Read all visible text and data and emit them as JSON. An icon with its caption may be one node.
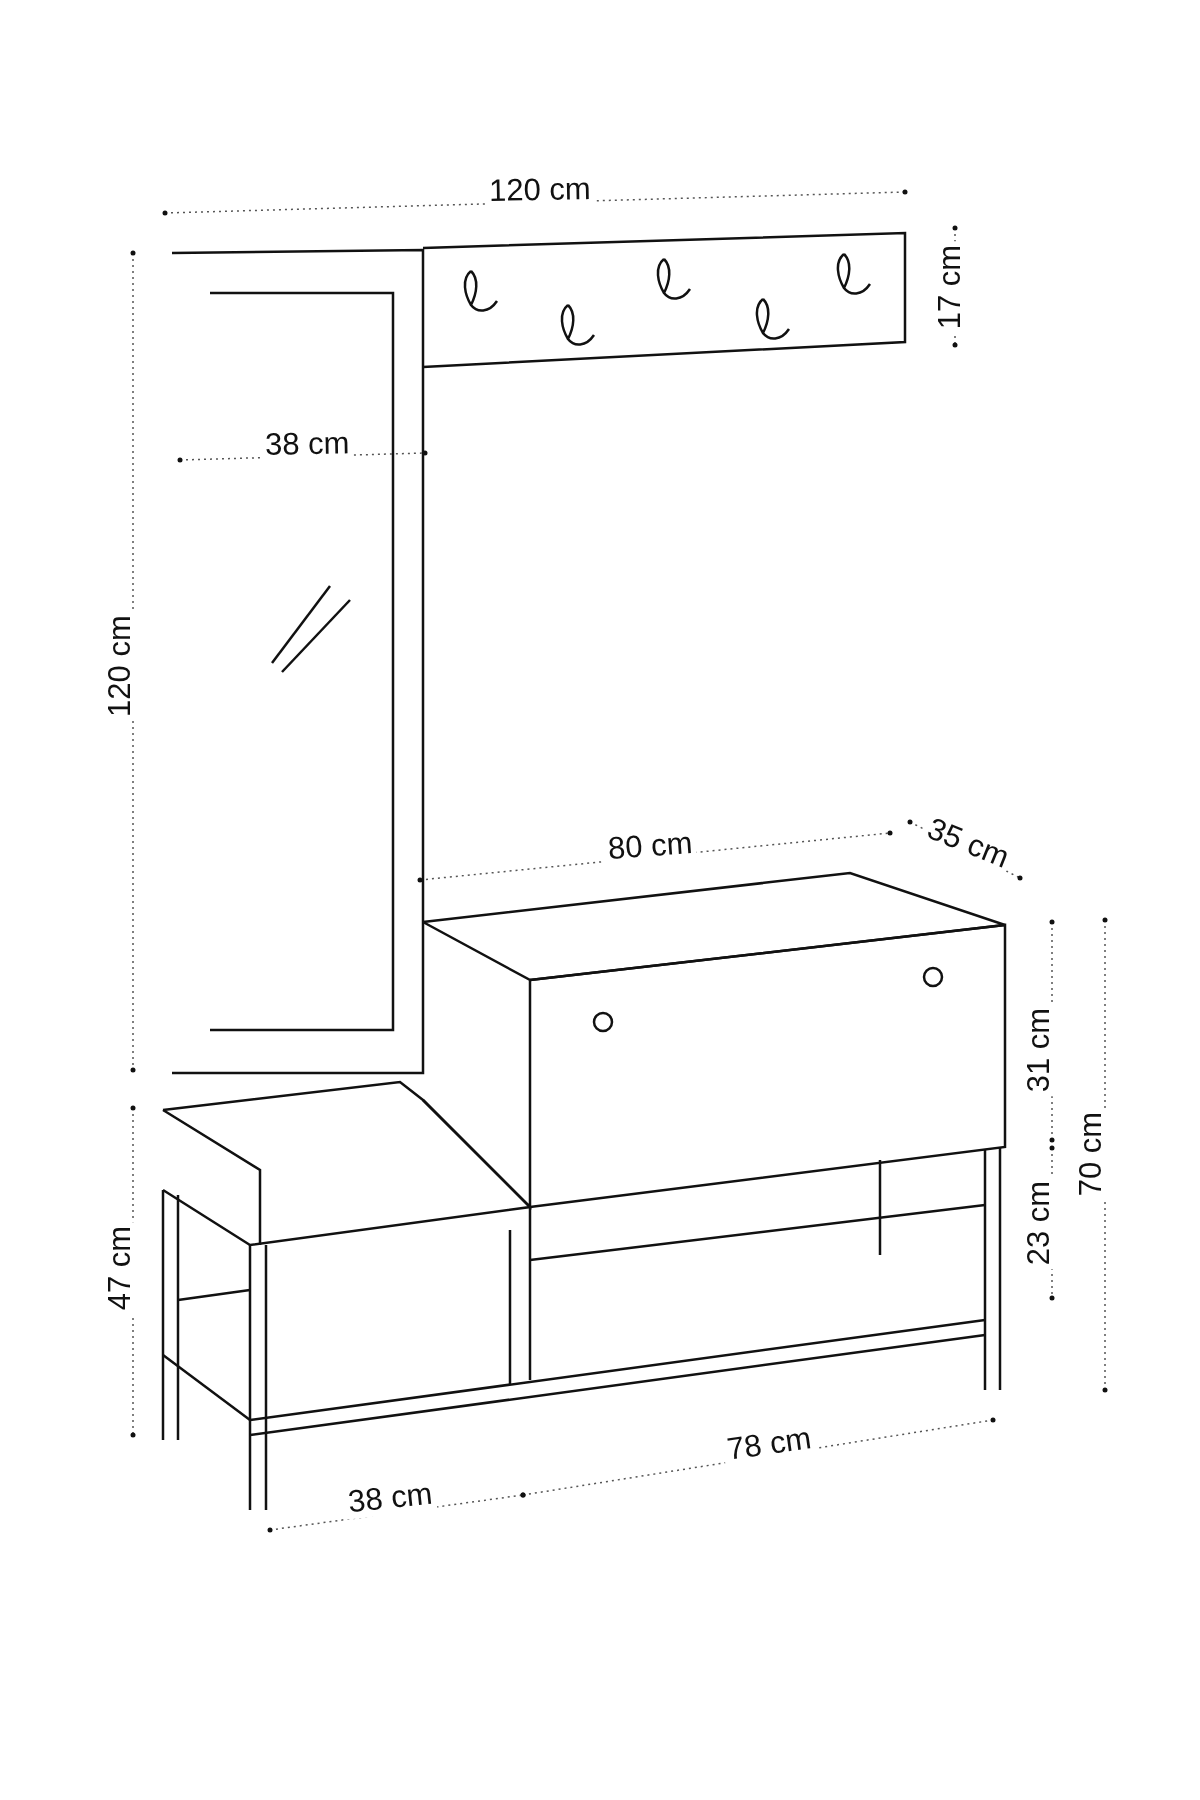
{
  "diagram": {
    "labels": [
      "120 cm",
      "17 cm",
      "38 cm",
      "120 cm",
      "80 cm",
      "35 cm",
      "31 cm",
      "70 cm",
      "47 cm",
      "23 cm",
      "78 cm",
      "38 cm"
    ]
  }
}
